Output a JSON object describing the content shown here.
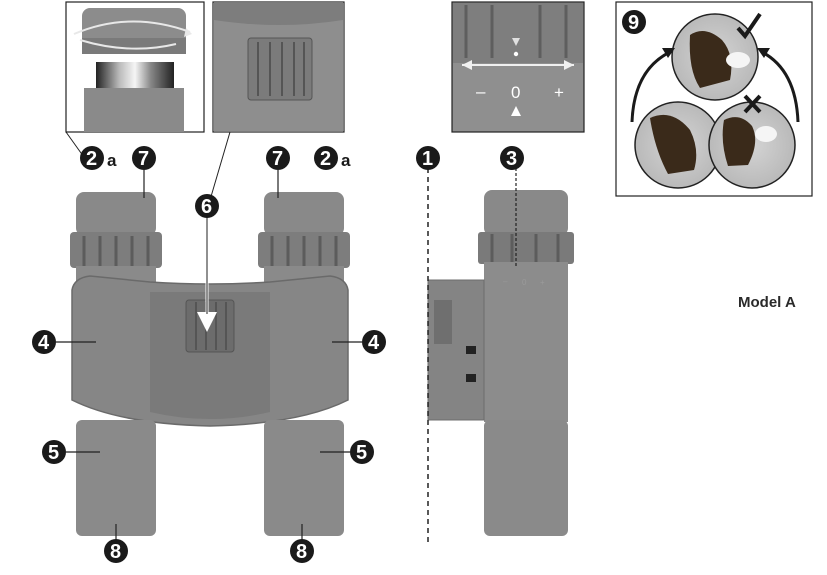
{
  "model_label": "Model A",
  "callouts": {
    "c2a_left": "2",
    "c2a_right": "2",
    "suffix_a": "a",
    "c7_left": "7",
    "c7_right": "7",
    "c6": "6",
    "c4_left": "4",
    "c4_right": "4",
    "c5_left": "5",
    "c5_right": "5",
    "c8_left": "8",
    "c8_right": "8",
    "c1": "1",
    "c3": "3",
    "c9": "9"
  },
  "diopter_scale": {
    "minus": "–",
    "zero": "0",
    "plus": "+"
  },
  "colors": {
    "body": "#8a8a8a",
    "body_dark": "#6f6f6f",
    "ink": "#1a1a1a",
    "panel_bg": "#9a9a9a"
  }
}
